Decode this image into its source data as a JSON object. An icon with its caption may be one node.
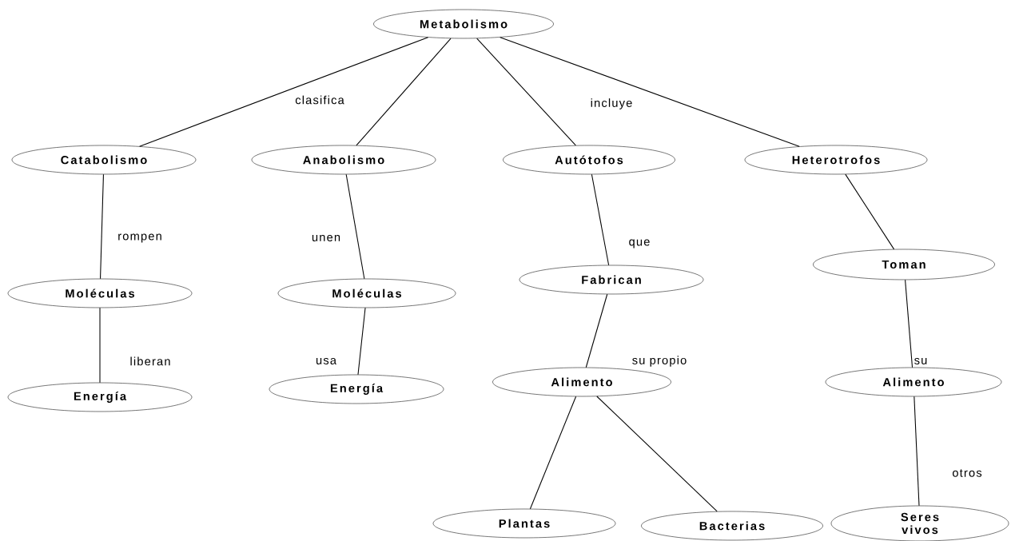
{
  "diagram": {
    "nodes": [
      {
        "text": [
          "Metabolismo"
        ]
      },
      {
        "text": [
          "Catabolismo"
        ]
      },
      {
        "text": [
          "Anabolismo"
        ]
      },
      {
        "text": [
          "Autótofos"
        ]
      },
      {
        "text": [
          "Heterotrofos"
        ]
      },
      {
        "text": [
          "Toman"
        ]
      },
      {
        "text": [
          "Moléculas"
        ]
      },
      {
        "text": [
          "Moléculas"
        ]
      },
      {
        "text": [
          "Fabrican"
        ]
      },
      {
        "text": [
          "Energía"
        ]
      },
      {
        "text": [
          "Energía"
        ]
      },
      {
        "text": [
          "Alimento"
        ]
      },
      {
        "text": [
          "Alimento"
        ]
      },
      {
        "text": [
          "Plantas"
        ]
      },
      {
        "text": [
          "Bacterias"
        ]
      },
      {
        "text": [
          "Seres vivos"
        ]
      }
    ],
    "edges": [
      {
        "from": 0,
        "to": 1,
        "arrow": "none",
        "label": "clasifica"
      },
      {
        "from": 0,
        "to": 2,
        "arrow": "none"
      },
      {
        "from": 0,
        "to": 3,
        "arrow": "none",
        "label": "incluye"
      },
      {
        "from": 0,
        "to": 4,
        "arrow": "none"
      },
      {
        "from": 1,
        "to": 6,
        "arrow": "none",
        "label": "rompen"
      },
      {
        "from": 2,
        "to": 7,
        "arrow": "none",
        "label": "unen"
      },
      {
        "from": 3,
        "to": 8,
        "arrow": "none",
        "label": "que"
      },
      {
        "from": 4,
        "to": 5,
        "arrow": "none"
      },
      {
        "from": 6,
        "to": 9,
        "arrow": "none",
        "label": "liberan"
      },
      {
        "from": 7,
        "to": 10,
        "arrow": "none",
        "label": "usa"
      },
      {
        "from": 8,
        "to": 11,
        "arrow": "none",
        "label": "su propio"
      },
      {
        "from": 5,
        "to": 12,
        "arrow": "none",
        "label": "su"
      },
      {
        "from": 11,
        "to": 13,
        "arrow": "none"
      },
      {
        "from": 11,
        "to": 14,
        "arrow": "none"
      },
      {
        "from": 12,
        "to": 15,
        "arrow": "none",
        "label": "otros"
      }
    ]
  }
}
